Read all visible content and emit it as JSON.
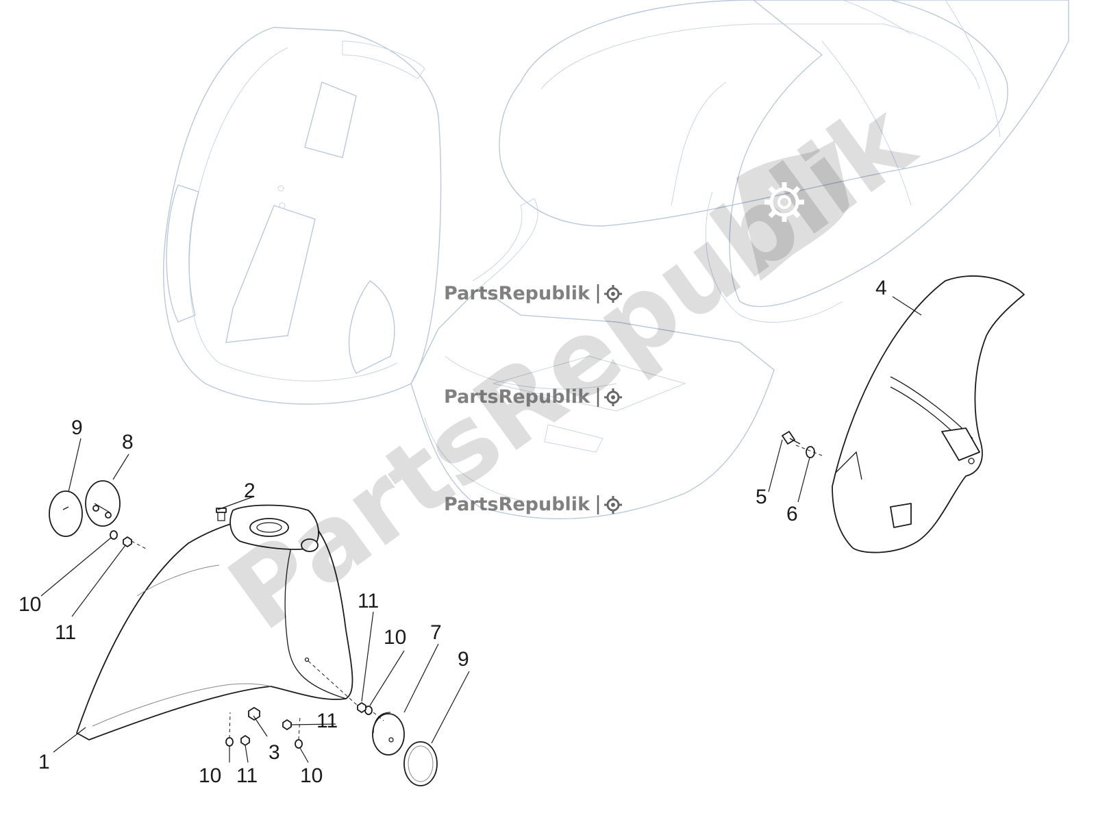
{
  "watermark": {
    "big_text": "PartsRepublik",
    "small_text": "PartsRepublik",
    "color": "#000000"
  },
  "callouts": [
    {
      "id": "c1",
      "label": "1"
    },
    {
      "id": "c2",
      "label": "2"
    },
    {
      "id": "c3",
      "label": "3"
    },
    {
      "id": "c4",
      "label": "4"
    },
    {
      "id": "c5",
      "label": "5"
    },
    {
      "id": "c6",
      "label": "6"
    },
    {
      "id": "c7",
      "label": "7"
    },
    {
      "id": "c8",
      "label": "8"
    },
    {
      "id": "c9a",
      "label": "9"
    },
    {
      "id": "c9b",
      "label": "9"
    },
    {
      "id": "c10a",
      "label": "10"
    },
    {
      "id": "c10b",
      "label": "10"
    },
    {
      "id": "c10c",
      "label": "10"
    },
    {
      "id": "c10d",
      "label": "10"
    },
    {
      "id": "c11a",
      "label": "11"
    },
    {
      "id": "c11b",
      "label": "11"
    },
    {
      "id": "c11c",
      "label": "11"
    },
    {
      "id": "c11d",
      "label": "11"
    }
  ],
  "icons": [
    "gear-icon"
  ]
}
